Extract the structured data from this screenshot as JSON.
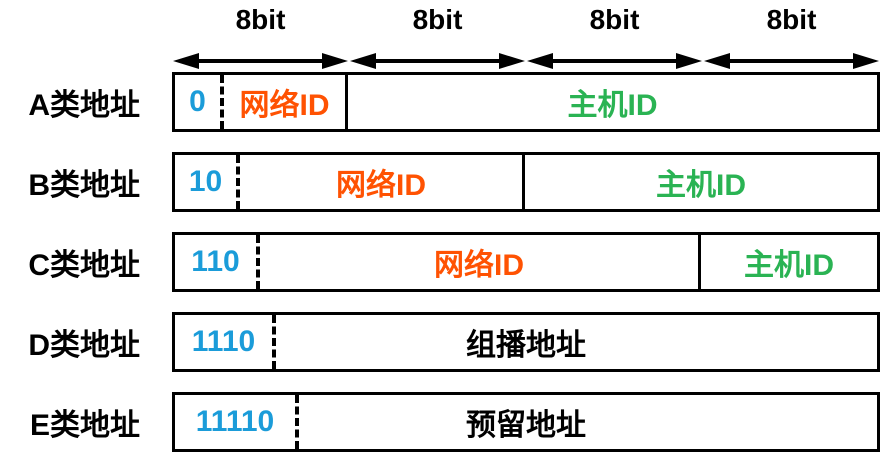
{
  "header": {
    "bit_labels": [
      "8bit",
      "8bit",
      "8bit",
      "8bit"
    ]
  },
  "colors": {
    "prefix": "#1b9cd9",
    "network": "#ff5202",
    "host": "#2ab353"
  },
  "rows": [
    {
      "label": "A类地址",
      "prefix": "0",
      "network_label": "网络ID",
      "host_label": "主机ID"
    },
    {
      "label": "B类地址",
      "prefix": "10",
      "network_label": "网络ID",
      "host_label": "主机ID"
    },
    {
      "label": "C类地址",
      "prefix": "110",
      "network_label": "网络ID",
      "host_label": "主机ID"
    },
    {
      "label": "D类地址",
      "prefix": "1110",
      "full_label": "组播地址"
    },
    {
      "label": "E类地址",
      "prefix": "11110",
      "full_label": "预留地址"
    }
  ]
}
